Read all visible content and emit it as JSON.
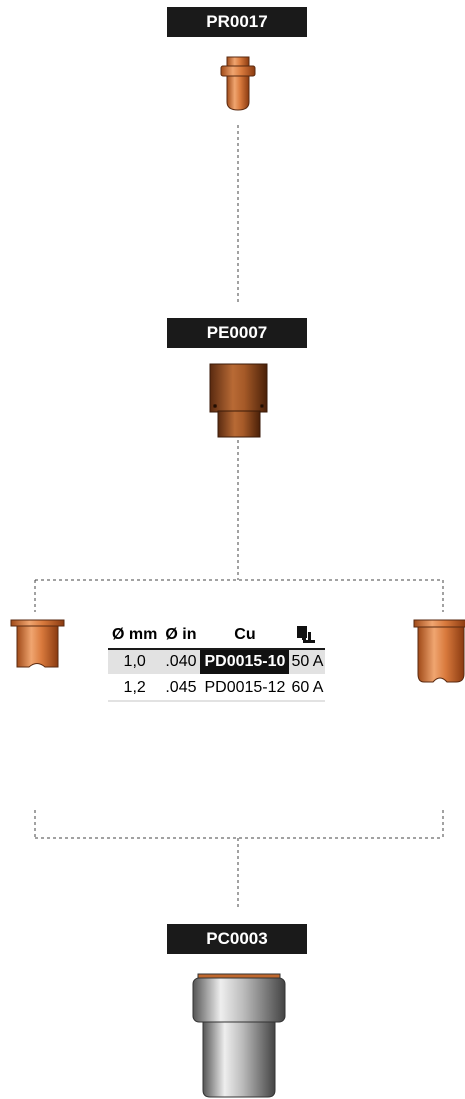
{
  "labels": {
    "retaining_cap": "PR0017",
    "electrode": "PE0007",
    "cap": "PC0003"
  },
  "table": {
    "headers": {
      "diam_mm": "Ø mm",
      "diam_in": "Ø in",
      "material": "Cu",
      "qty_icon": "stack-icon"
    },
    "rows": [
      {
        "mm": "1,0",
        "in": ".040",
        "code": "PD0015-10",
        "amps": "50 A",
        "highlighted": true
      },
      {
        "mm": "1,2",
        "in": ".045",
        "code": "PD0015-12",
        "amps": "60 A",
        "highlighted": false
      }
    ]
  },
  "colors": {
    "label_bg": "#1a1a1a",
    "copper": "#d2783a",
    "highlight_bg": "#111111",
    "row_shade": "#e2e2e2"
  }
}
